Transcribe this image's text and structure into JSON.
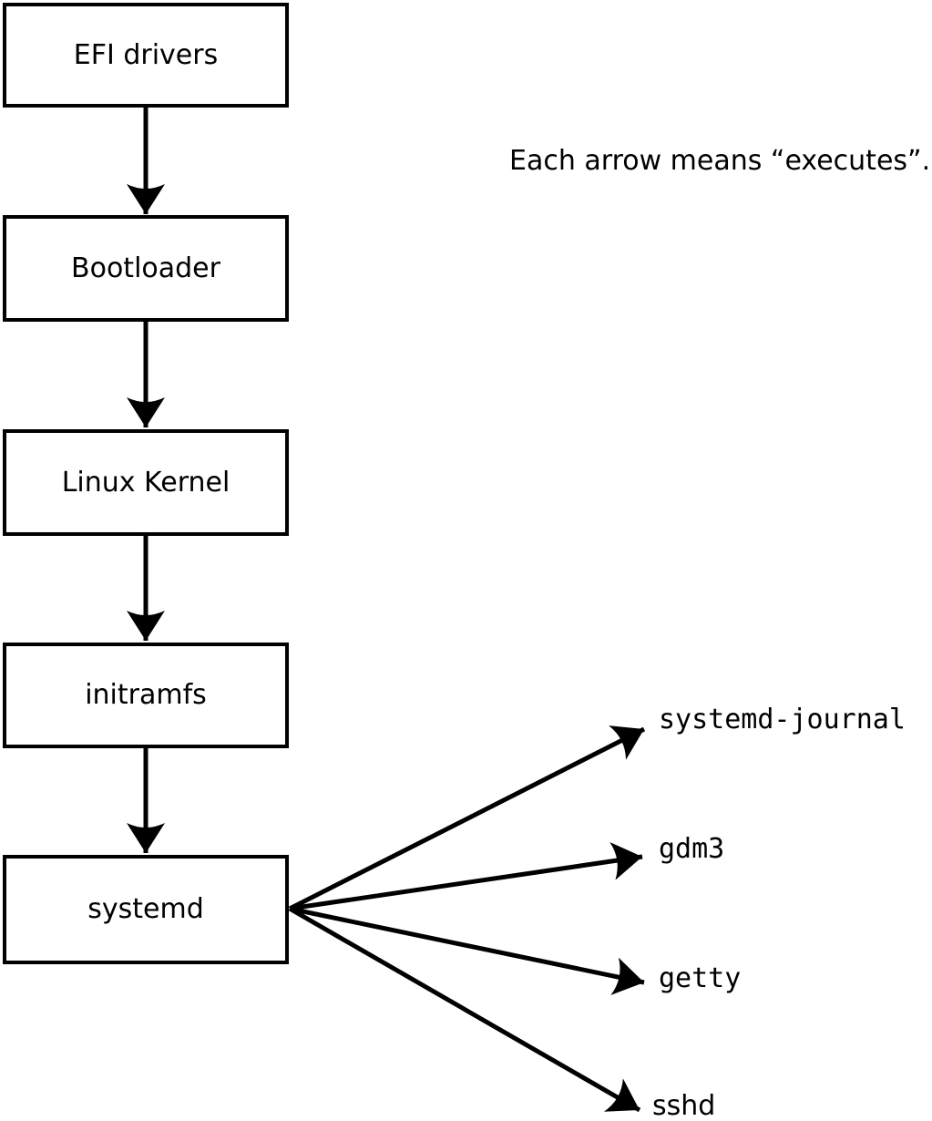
{
  "note": "Each arrow means “executes”.",
  "colors": {
    "background": "#ffffff",
    "stroke": "#000000",
    "box_fill": "#ffffff",
    "text": "#000000"
  },
  "chain": [
    {
      "id": "efi-drivers",
      "label": "EFI drivers"
    },
    {
      "id": "bootloader",
      "label": "Bootloader"
    },
    {
      "id": "linux-kernel",
      "label": "Linux Kernel"
    },
    {
      "id": "initramfs",
      "label": "initramfs"
    },
    {
      "id": "systemd",
      "label": "systemd"
    }
  ],
  "spawned": [
    {
      "id": "systemd-journal",
      "label": "systemd-journal"
    },
    {
      "id": "gdm3",
      "label": "gdm3"
    },
    {
      "id": "getty",
      "label": "getty"
    },
    {
      "id": "sshd",
      "label": "sshd"
    }
  ],
  "edges": [
    {
      "from": "EFI drivers",
      "to": "Bootloader",
      "meaning": "executes"
    },
    {
      "from": "Bootloader",
      "to": "Linux Kernel",
      "meaning": "executes"
    },
    {
      "from": "Linux Kernel",
      "to": "initramfs",
      "meaning": "executes"
    },
    {
      "from": "initramfs",
      "to": "systemd",
      "meaning": "executes"
    },
    {
      "from": "systemd",
      "to": "systemd-journal",
      "meaning": "executes"
    },
    {
      "from": "systemd",
      "to": "gdm3",
      "meaning": "executes"
    },
    {
      "from": "systemd",
      "to": "getty",
      "meaning": "executes"
    },
    {
      "from": "systemd",
      "to": "sshd",
      "meaning": "executes"
    }
  ]
}
